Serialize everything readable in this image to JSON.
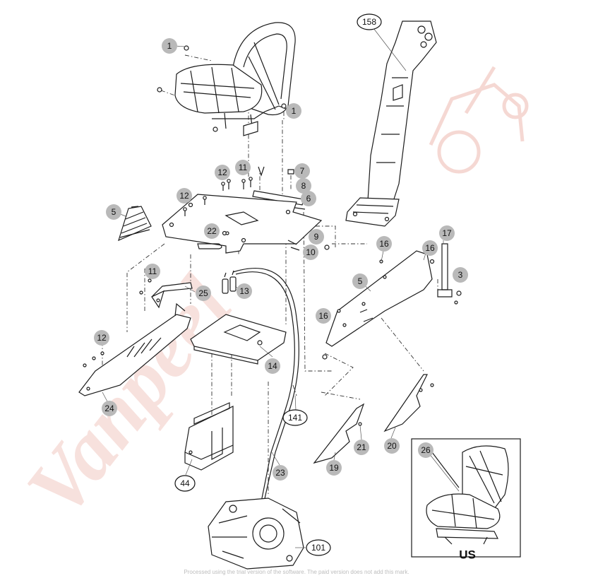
{
  "diagram": {
    "watermark": "Vanpeel",
    "footer_note": "Processed using the trial version of the software. The paid version does not add this mark.",
    "inset_label": "US",
    "callouts": [
      {
        "id": "c1a",
        "label": "1",
        "style": "badge"
      },
      {
        "id": "c1b",
        "label": "1",
        "style": "badge"
      },
      {
        "id": "c158",
        "label": "158",
        "style": "oval"
      },
      {
        "id": "c12a",
        "label": "12",
        "style": "badge"
      },
      {
        "id": "c11a",
        "label": "11",
        "style": "badge"
      },
      {
        "id": "c7",
        "label": "7",
        "style": "badge"
      },
      {
        "id": "c8",
        "label": "8",
        "style": "badge"
      },
      {
        "id": "c6",
        "label": "6",
        "style": "badge"
      },
      {
        "id": "c12b",
        "label": "12",
        "style": "badge"
      },
      {
        "id": "c5a",
        "label": "5",
        "style": "badge"
      },
      {
        "id": "c22",
        "label": "22",
        "style": "badge"
      },
      {
        "id": "c9",
        "label": "9",
        "style": "badge"
      },
      {
        "id": "c10",
        "label": "10",
        "style": "badge"
      },
      {
        "id": "c17",
        "label": "17",
        "style": "badge"
      },
      {
        "id": "c16a",
        "label": "16",
        "style": "badge"
      },
      {
        "id": "c16b",
        "label": "16",
        "style": "badge"
      },
      {
        "id": "c11b",
        "label": "11",
        "style": "badge"
      },
      {
        "id": "c3",
        "label": "3",
        "style": "badge"
      },
      {
        "id": "c5b",
        "label": "5",
        "style": "badge"
      },
      {
        "id": "c25",
        "label": "25",
        "style": "badge"
      },
      {
        "id": "c13",
        "label": "13",
        "style": "badge"
      },
      {
        "id": "c16c",
        "label": "16",
        "style": "badge"
      },
      {
        "id": "c12c",
        "label": "12",
        "style": "badge"
      },
      {
        "id": "c14",
        "label": "14",
        "style": "badge"
      },
      {
        "id": "c24",
        "label": "24",
        "style": "badge"
      },
      {
        "id": "c141",
        "label": "141",
        "style": "oval"
      },
      {
        "id": "c21",
        "label": "21",
        "style": "badge"
      },
      {
        "id": "c20",
        "label": "20",
        "style": "badge"
      },
      {
        "id": "c26",
        "label": "26",
        "style": "badge"
      },
      {
        "id": "c19",
        "label": "19",
        "style": "badge"
      },
      {
        "id": "c23",
        "label": "23",
        "style": "badge"
      },
      {
        "id": "c44",
        "label": "44",
        "style": "oval"
      },
      {
        "id": "c101",
        "label": "101",
        "style": "oval"
      }
    ]
  }
}
